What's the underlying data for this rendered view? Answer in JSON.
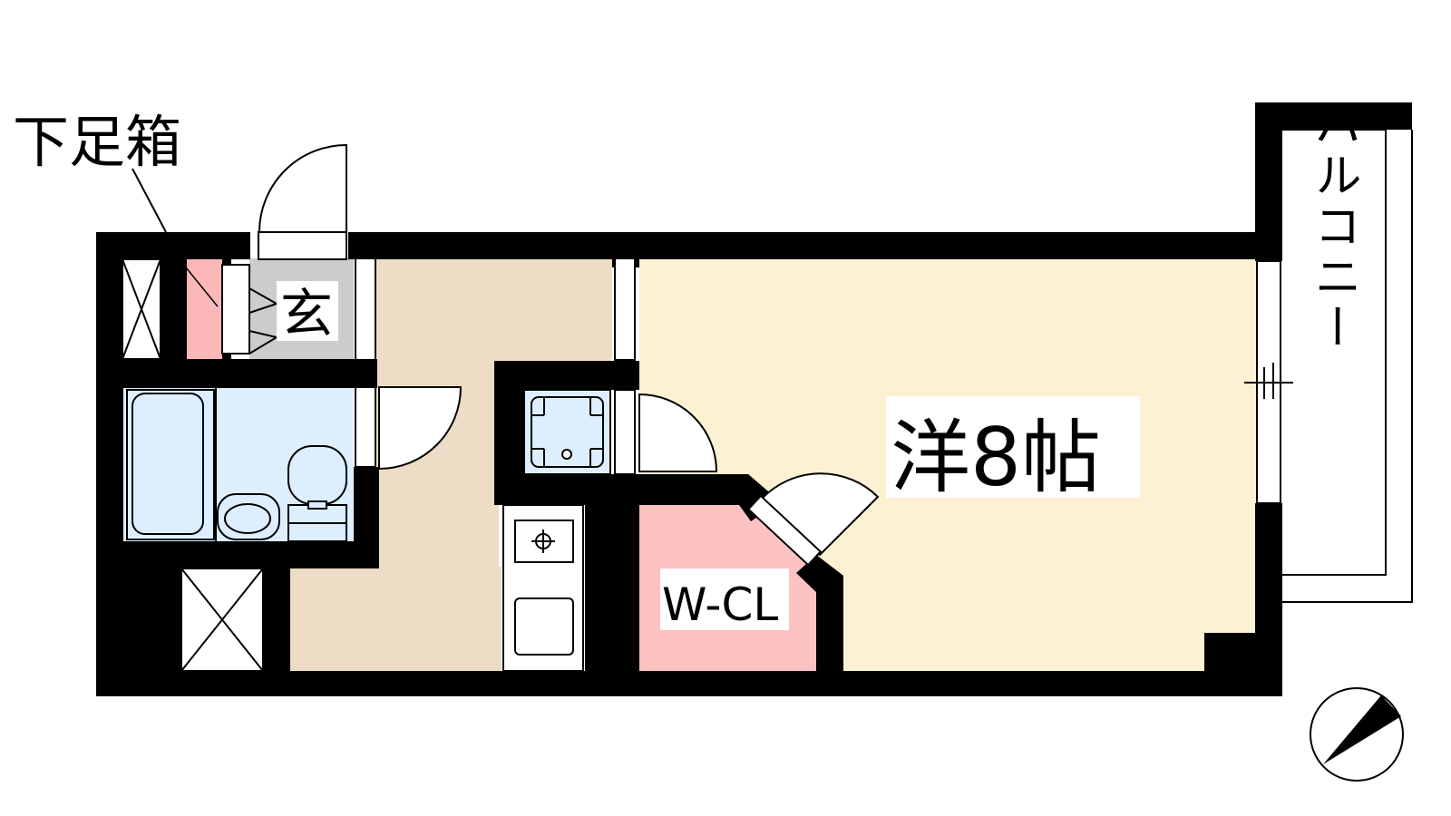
{
  "labels": {
    "shoe_box": "下足箱",
    "entrance": "玄",
    "western_room": "洋8帖",
    "walk_in_closet": "W-CL",
    "balcony": "バルコニー"
  },
  "colors": {
    "wall": "#000000",
    "living": "#fdf1d3",
    "corridor": "#eeddc6",
    "bathroom": "#ddeeff",
    "entrance": "#cccccc",
    "closet": "#fcc2c2",
    "shoe_box": "#fcb8b8",
    "line": "#000000"
  },
  "icons": {
    "compass": "north-arrow-icon",
    "stove": "gas-burner-icon",
    "washer": "washing-machine-pan-icon",
    "sink": "kitchen-sink-icon",
    "bathtub": "bathtub-icon",
    "washbasin": "washbasin-icon",
    "toilet": "toilet-icon"
  }
}
